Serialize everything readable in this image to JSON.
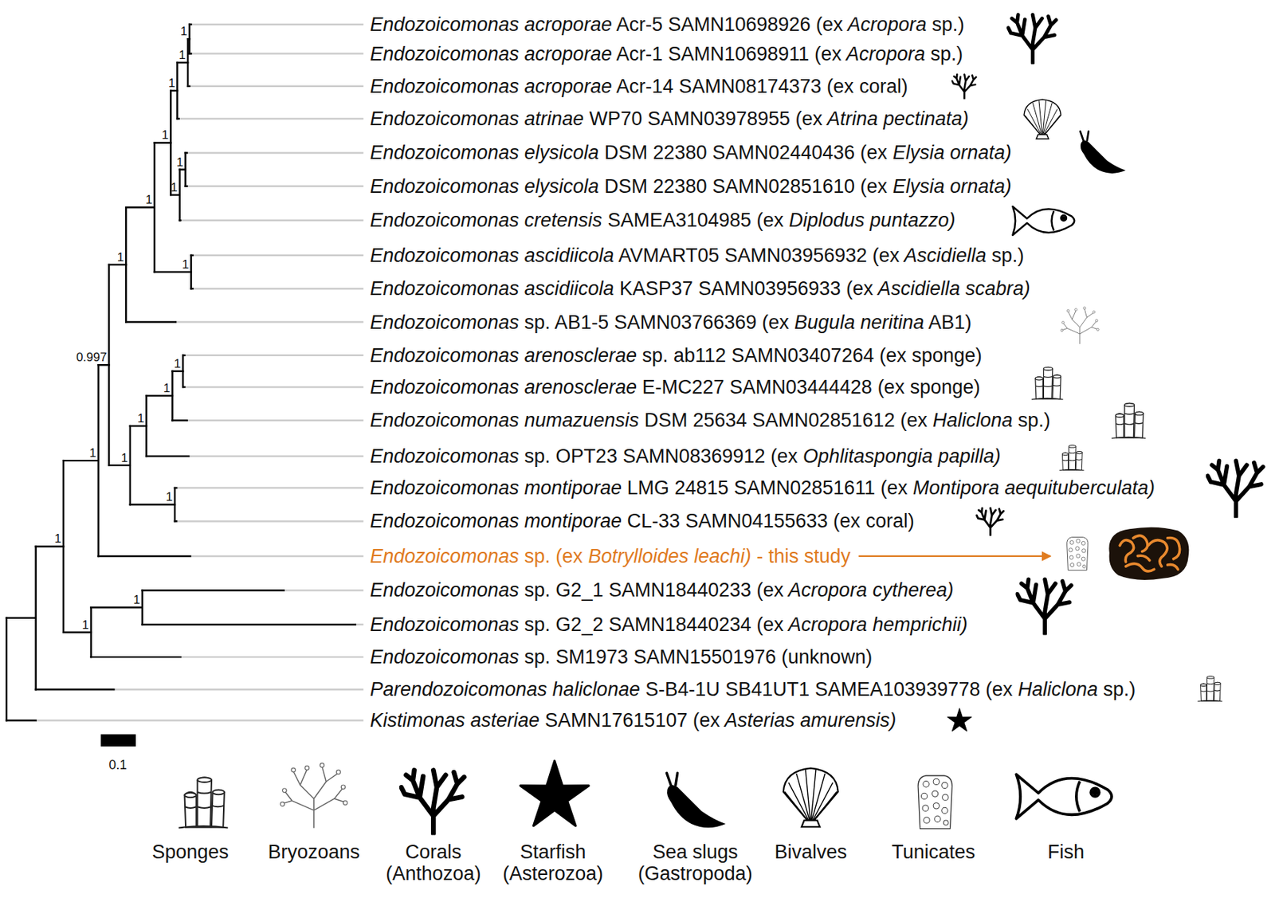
{
  "diagram": {
    "labels": [
      "Endozoicomonas acroporae Acr-5 SAMN10698926 (ex Acropora sp.)",
      "Endozoicomonas acroporae Acr-1 SAMN10698911 (ex Acropora sp.)",
      "Endozoicomonas acroporae Acr-14 SAMN08174373 (ex coral)",
      "Endozoicomonas atrinae WP70 SAMN03978955 (ex Atrina pectinata)",
      "Endozoicomonas elysicola DSM 22380 SAMN02440436 (ex Elysia ornata)",
      "Endozoicomonas elysicola DSM 22380 SAMN02851610 (ex Elysia ornata)",
      "Endozoicomonas cretensis SAMEA3104985 (ex Diplodus puntazzo)",
      "Endozoicomonas ascidiicola AVMART05 SAMN03956932 (ex Ascidiella sp.)",
      "Endozoicomonas ascidiicola KASP37 SAMN03956933 (ex Ascidiella scabra)",
      "Endozoicomonas sp. AB1-5 SAMN03766369 (ex Bugula neritina AB1)",
      "Endozoicomonas arenosclerae sp. ab112 SAMN03407264 (ex sponge)",
      "Endozoicomonas arenosclerae E-MC227 SAMN03444428 (ex sponge)",
      "Endozoicomonas numazuensis DSM 25634 SAMN02851612 (ex Haliclona sp.)",
      "Endozoicomonas sp. OPT23 SAMN08369912 (ex Ophlitaspongia papilla)",
      "Endozoicomonas montiporae LMG 24815 SAMN02851611 (ex Montipora aequituberculata)",
      "Endozoicomonas montiporae CL-33 SAMN04155633 (ex coral)",
      "Endozoicomonas sp. (ex Botrylloides leachi) - this study",
      "Endozoicomonas sp. G2_1 SAMN18440233 (ex Acropora cytherea)",
      "Endozoicomonas sp. G2_2 SAMN18440234 (ex Acropora hemprichii)",
      "Endozoicomonas sp. SM1973 SAMN15501976 (unknown)",
      "Parendozoicomonas haliclonae S-B4-1U SB41UT1 SAMEA103939778 (ex Haliclona sp.)",
      "Kistimonas asteriae SAMN17615107 (ex Asterias amurensis)",
      "1",
      "1",
      "1",
      "1",
      "1",
      "1",
      "1",
      "1",
      "1",
      "0.997",
      "1",
      "1",
      "1",
      "1",
      "1",
      "1",
      "1",
      "1",
      "1",
      "0.1"
    ],
    "legend": [
      {
        "text": "Sponges"
      },
      {
        "text": "Bryozoans"
      },
      {
        "text": "Corals (Anthozoa)"
      },
      {
        "text": "Starfish (Asterozoa)"
      },
      {
        "text": "Sea slugs (Gastropoda)"
      },
      {
        "text": "Bivalves"
      },
      {
        "text": "Tunicates"
      },
      {
        "text": "Fish"
      }
    ]
  }
}
